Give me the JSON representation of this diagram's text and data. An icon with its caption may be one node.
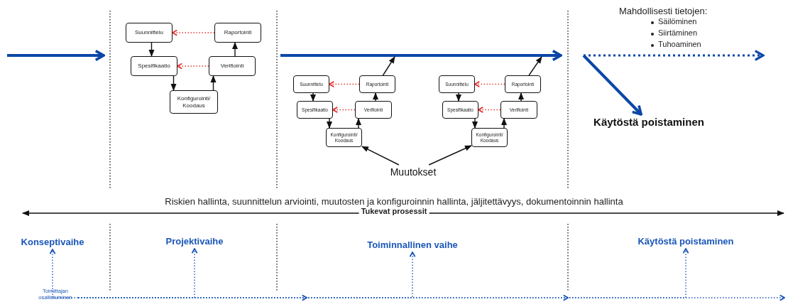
{
  "diagram": {
    "nodes": [
      {
        "text": [
          "Suunnittelu"
        ]
      },
      {
        "text": [
          "Raportointi"
        ]
      },
      {
        "text": [
          "Spesifikaatio"
        ]
      },
      {
        "text": [
          "Verifiointi"
        ]
      },
      {
        "text": [
          "Konfigurointi/ Koodaus"
        ]
      },
      {
        "text": [
          "Suunnittelu"
        ]
      },
      {
        "text": [
          "Raportointi"
        ]
      },
      {
        "text": [
          "Spesifikaatio"
        ]
      },
      {
        "text": [
          "Verifiointi"
        ]
      },
      {
        "text": [
          "Konfigurointi/ Koodaus"
        ]
      },
      {
        "text": [
          "Suunnittelu"
        ]
      },
      {
        "text": [
          "Raportointi"
        ]
      },
      {
        "text": [
          "Spesifikaatio"
        ]
      },
      {
        "text": [
          "Verifiointi"
        ]
      },
      {
        "text": [
          "Konfigurointi/ Koodaus"
        ]
      },
      {
        "text": [
          "Muutokset"
        ]
      },
      {
        "text": [
          "Käytöstä poistaminen"
        ]
      },
      {
        "text": [
          "Konseptivaihe"
        ]
      },
      {
        "text": [
          "Projektivaihe"
        ]
      },
      {
        "text": [
          "Toiminnallinen vaihe"
        ]
      },
      {
        "text": [
          "Käytöstä poistaminen"
        ]
      },
      {
        "text": [
          "Toimittajan osallistuminen"
        ]
      }
    ],
    "edges": [
      {
        "from": 0,
        "to": 2,
        "arrow": "to"
      },
      {
        "from": 2,
        "to": 4,
        "arrow": "to"
      },
      {
        "from": 4,
        "to": 3,
        "arrow": "to"
      },
      {
        "from": 3,
        "to": 1,
        "arrow": "to"
      },
      {
        "from": 1,
        "to": 0,
        "arrow": "to",
        "style": "dashed",
        "color": "#e53935"
      },
      {
        "from": 3,
        "to": 2,
        "arrow": "to",
        "style": "dashed",
        "color": "#e53935"
      },
      {
        "from": 5,
        "to": 7,
        "arrow": "to"
      },
      {
        "from": 7,
        "to": 9,
        "arrow": "to"
      },
      {
        "from": 9,
        "to": 8,
        "arrow": "to"
      },
      {
        "from": 8,
        "to": 6,
        "arrow": "to"
      },
      {
        "from": 6,
        "to": 5,
        "arrow": "to",
        "style": "dashed",
        "color": "#e53935"
      },
      {
        "from": 8,
        "to": 7,
        "arrow": "to",
        "style": "dashed",
        "color": "#e53935"
      },
      {
        "from": 6,
        "to": null,
        "arrow": "to"
      },
      {
        "from": 10,
        "to": 12,
        "arrow": "to"
      },
      {
        "from": 12,
        "to": 14,
        "arrow": "to"
      },
      {
        "from": 14,
        "to": 13,
        "arrow": "to"
      },
      {
        "from": 13,
        "to": 11,
        "arrow": "to"
      },
      {
        "from": 11,
        "to": 10,
        "arrow": "to",
        "style": "dashed",
        "color": "#e53935"
      },
      {
        "from": 13,
        "to": 12,
        "arrow": "to",
        "style": "dashed",
        "color": "#e53935"
      },
      {
        "from": 11,
        "to": null,
        "arrow": "to"
      },
      {
        "from": 15,
        "to": 9,
        "arrow": "to"
      },
      {
        "from": 15,
        "to": 14,
        "arrow": "to"
      },
      {
        "from": null,
        "to": 16,
        "arrow": "to",
        "style": "thick",
        "color": "#0b47a8"
      },
      {
        "from": 21,
        "to": 17,
        "arrow": "to",
        "style": "dashed",
        "color": "#1a56b8"
      },
      {
        "from": 21,
        "to": 18,
        "arrow": "to",
        "style": "dashed",
        "color": "#1a56b8"
      },
      {
        "from": 21,
        "to": 19,
        "arrow": "to",
        "style": "dashed",
        "color": "#1a56b8"
      },
      {
        "from": 21,
        "to": 20,
        "arrow": "to",
        "style": "dashed",
        "color": "#1a56b8"
      },
      {
        "from": 21,
        "to": null,
        "arrow": "to",
        "style": "dashed",
        "color": "#1a56b8"
      }
    ],
    "labels": [
      "Mahdollisesti tietojen:",
      "Säilöminen",
      "Siirtäminen",
      "Tuhoaminen",
      "Riskien hallinta, suunnittelun arviointi, muutosten ja konfiguroinnin hallinta, jäljitettävyys, dokumentoinnin hallinta",
      "Tukevat prosessit"
    ]
  }
}
